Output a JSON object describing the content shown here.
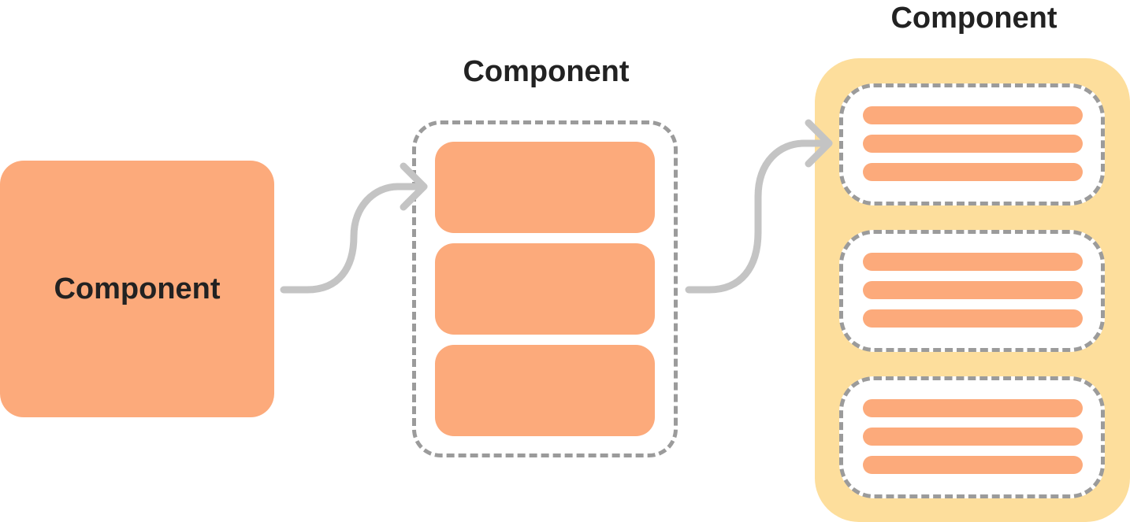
{
  "nodes": {
    "left_label": "Component",
    "middle_title": "Component",
    "right_title": "Component"
  },
  "colors": {
    "component_fill": "#FCAA7B",
    "container_fill": "#FDDE9C",
    "dashed_border": "#9b9b9b",
    "arrow": "#c4c4c4",
    "text": "#222222"
  }
}
